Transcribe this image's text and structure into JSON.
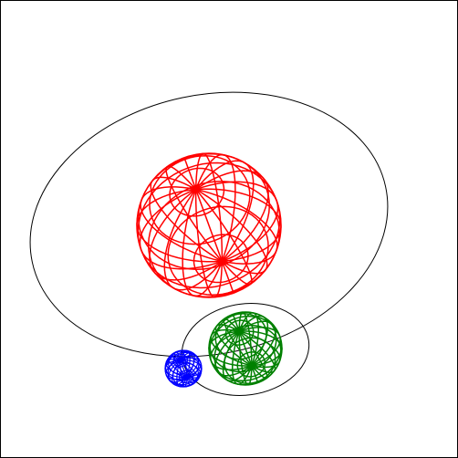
{
  "scene": {
    "background": "#ffffff",
    "frame_color": "#000000",
    "orbit_color": "#000000",
    "bodies": [
      {
        "id": "red-sphere",
        "color": "#ff0000",
        "name": "red-wireframe-sphere-icon"
      },
      {
        "id": "green-sphere",
        "color": "#008000",
        "name": "green-wireframe-sphere-icon"
      },
      {
        "id": "blue-sphere",
        "color": "#0000ff",
        "name": "blue-wireframe-sphere-icon"
      }
    ],
    "orbits": [
      {
        "id": "outer-orbit",
        "name": "outer-orbit-path"
      },
      {
        "id": "inner-orbit",
        "name": "inner-orbit-path"
      }
    ]
  }
}
